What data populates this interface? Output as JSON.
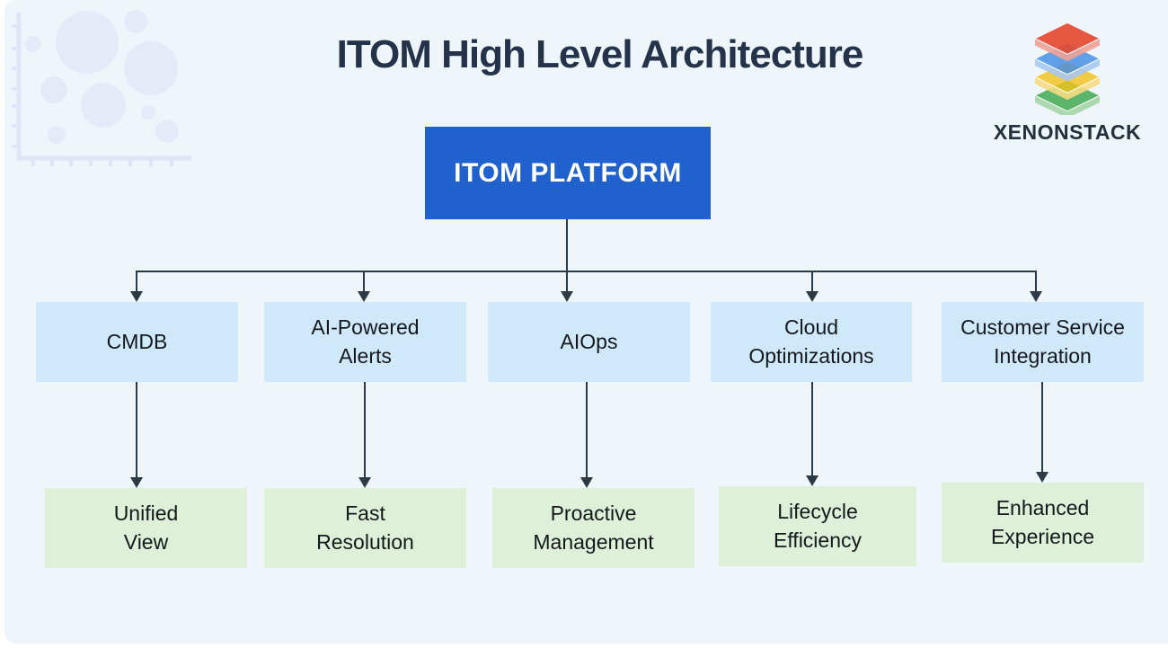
{
  "header": {
    "title": "ITOM High Level Architecture"
  },
  "logo": {
    "brand": "XENONSTACK",
    "icon": "stacked-layers",
    "layer_colors": [
      "#e5472e",
      "#418ce4",
      "#f3c11c",
      "#3aa64b"
    ]
  },
  "diagram": {
    "root": {
      "label": "ITOM PLATFORM"
    },
    "columns": [
      {
        "component": "CMDB",
        "benefit": "Unified\nView"
      },
      {
        "component": "AI-Powered\nAlerts",
        "benefit": "Fast\nResolution"
      },
      {
        "component": "AIOps",
        "benefit": "Proactive\nManagement"
      },
      {
        "component": "Cloud\nOptimizations",
        "benefit": "Lifecycle\nEfficiency"
      },
      {
        "component": "Customer Service\nIntegration",
        "benefit": "Enhanced\nExperience"
      }
    ]
  },
  "colors": {
    "canvas_bg": "#eef6fc",
    "root_bg": "#2061ce",
    "root_text": "#ffffff",
    "component_bg": "#cfe9fa",
    "benefit_bg": "#def0d8",
    "node_text": "#14181d",
    "line": "#2d3945",
    "title_text": "#24334a",
    "decor": "#e3e9f8"
  }
}
